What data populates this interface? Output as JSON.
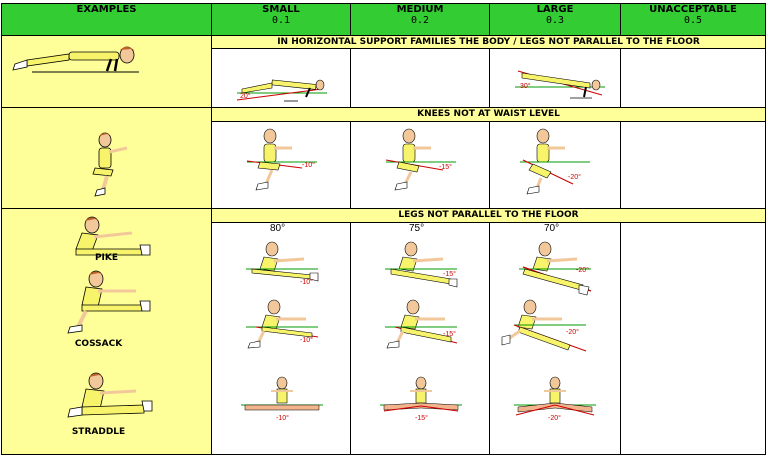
{
  "header": {
    "examples": "EXAMPLES",
    "small": "SMALL",
    "small_val": "0.1",
    "medium": "MEDIUM",
    "medium_val": "0.2",
    "large": "LARGE",
    "large_val": "0.3",
    "unacceptable": "UNACCEPTABLE",
    "unacceptable_val": "0.5"
  },
  "rows": {
    "support": {
      "title": "IN HORIZONTAL SUPPORT FAMILIES THE BODY / LEGS NOT PARALLEL TO THE FLOOR",
      "small_angle": "20°",
      "large_angle": "30°"
    },
    "knees": {
      "title": "KNEES NOT AT WAIST LEVEL",
      "small_angle": "-10°",
      "medium_angle": "-15°",
      "large_angle": "-20°"
    },
    "legs": {
      "title": "LEGS NOT PARALLEL TO THE FLOOR",
      "small_top": "80°",
      "medium_top": "75°",
      "large_top": "70°",
      "pike": "PIKE",
      "cossack": "COSSACK",
      "straddle": "STRADDLE",
      "pike_small": "-10°",
      "pike_medium": "-15°",
      "pike_large": "-20°",
      "cossack_small": "-10°",
      "cossack_medium": "-15°",
      "cossack_large": "-20°",
      "straddle_small": "-10°",
      "straddle_medium": "-15°",
      "straddle_large": "-20°"
    }
  },
  "colors": {
    "header_green": "#33cc33",
    "band_yellow": "#ffff99",
    "angle_red": "#cc0000",
    "reference_green": "#009900"
  }
}
